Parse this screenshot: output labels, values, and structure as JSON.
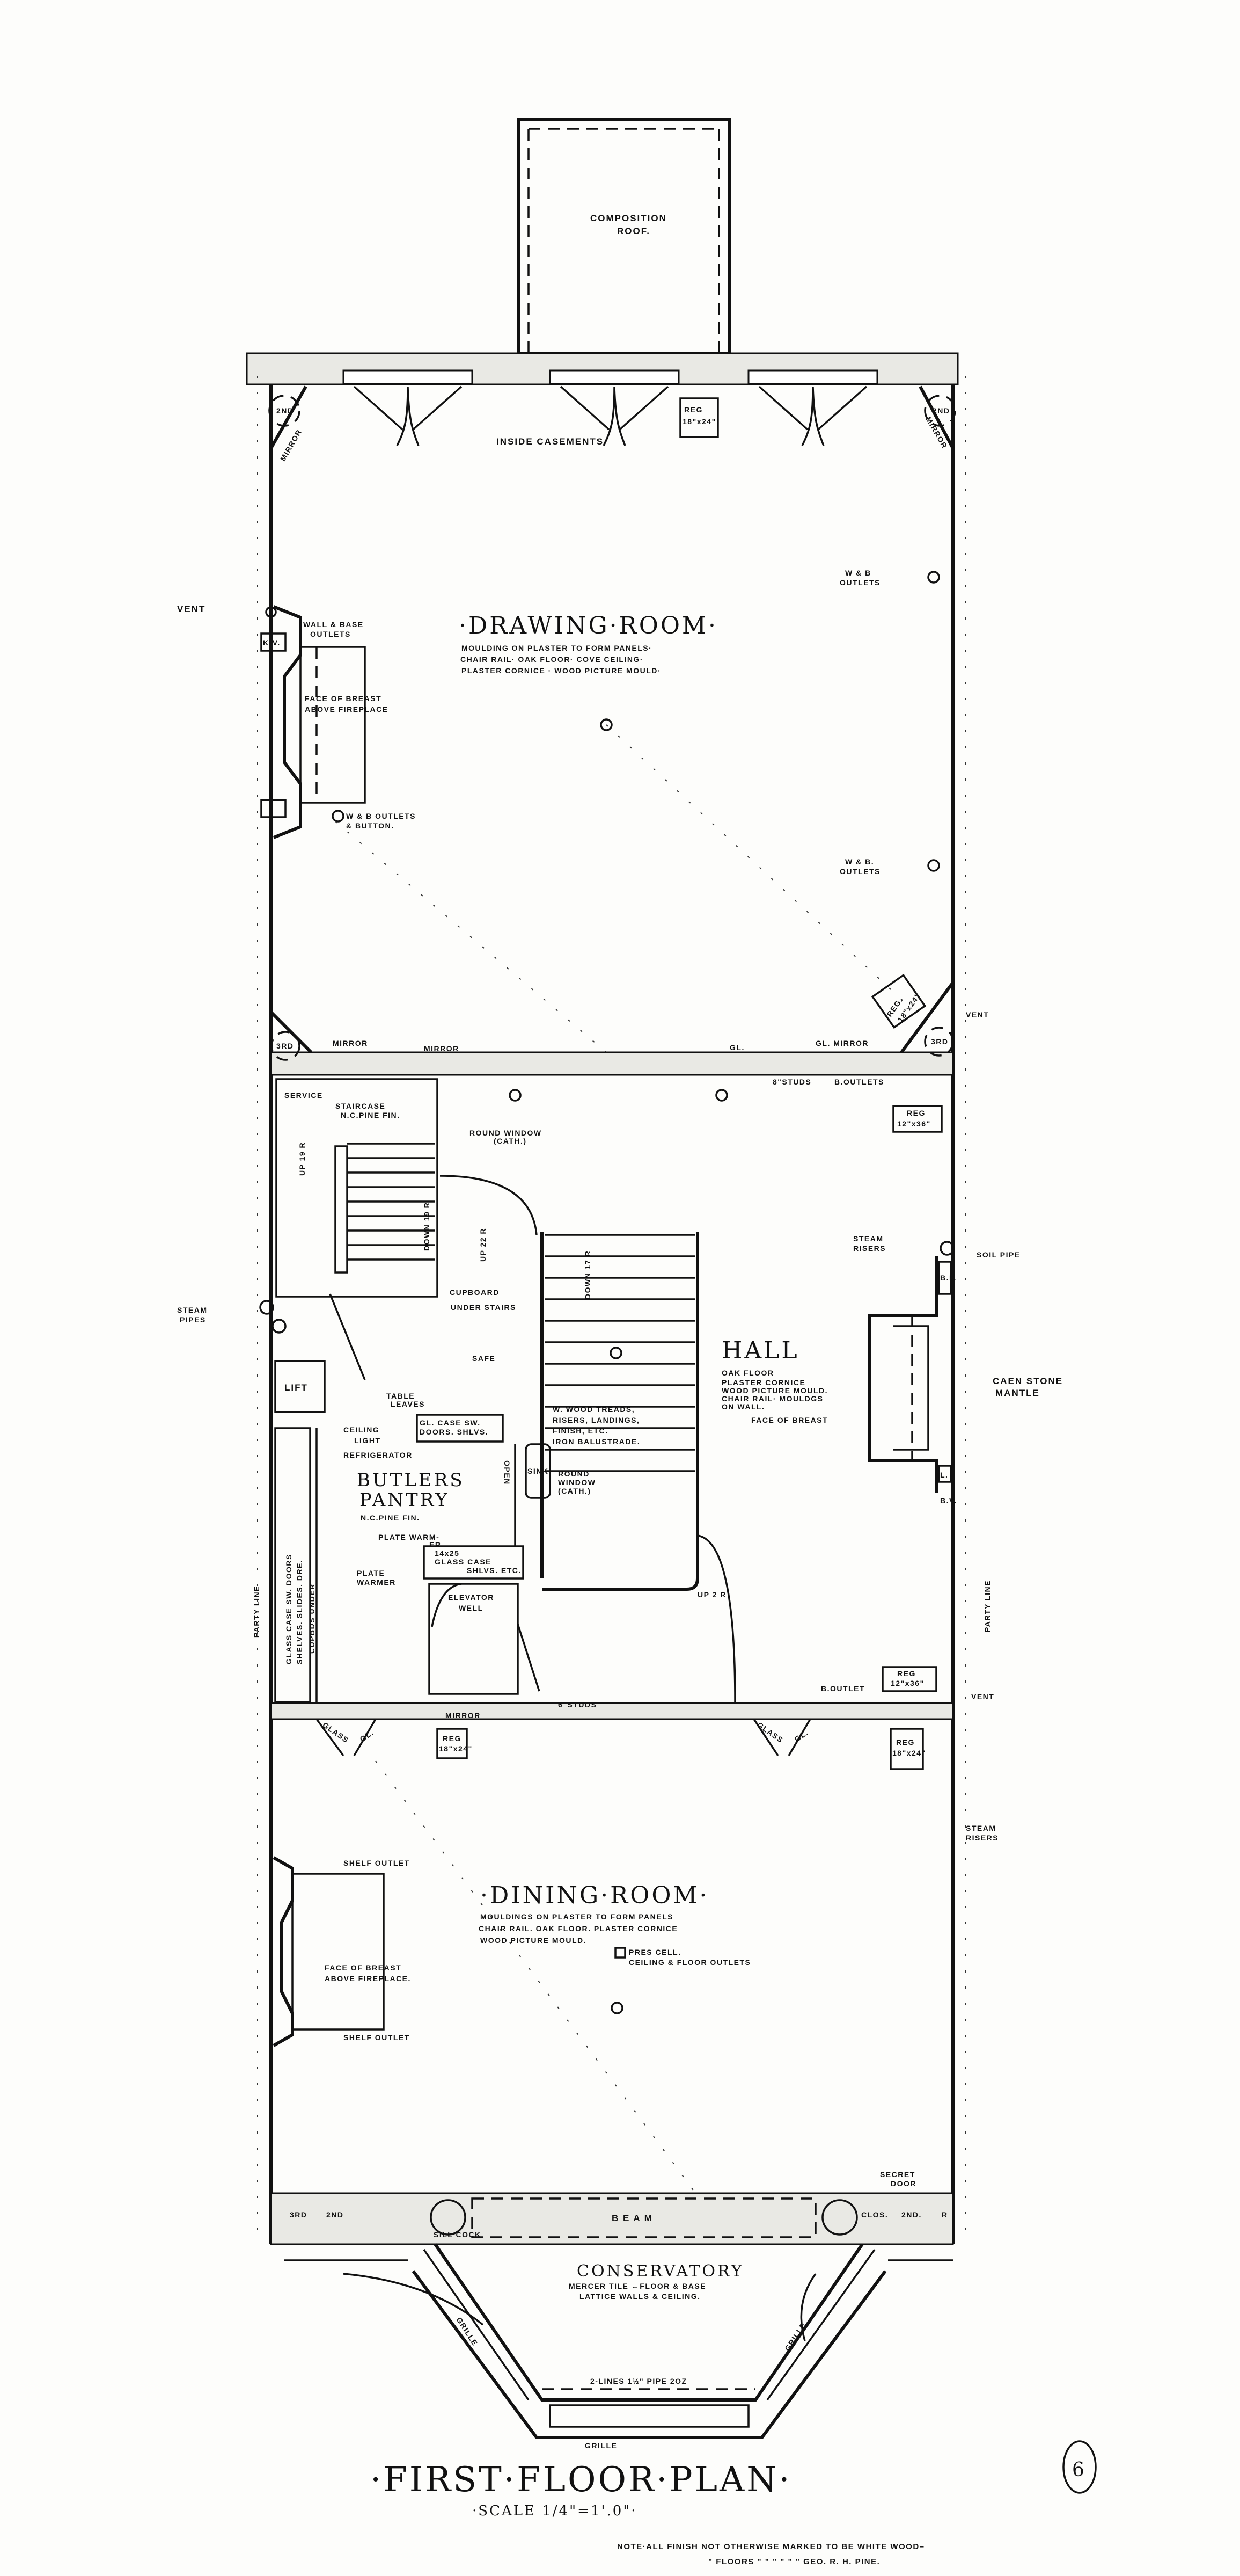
{
  "roof": {
    "line1": "COMPOSITION",
    "line2": "ROOF."
  },
  "drawing_room": {
    "title": "·DRAWING·ROOM·",
    "notes": [
      "MOULDING ON PLASTER TO FORM PANELS·",
      "CHAIR RAIL· OAK FLOOR· COVE CEILING·",
      "PLASTER CORNICE · WOOD PICTURE MOULD·"
    ],
    "inside_casements": "INSIDE CASEMENTS",
    "reg_top": [
      "REG",
      "18\"x24\""
    ],
    "second_left": "2ND",
    "second_right": "2ND",
    "mirror": "MIRROR",
    "vent": "VENT",
    "wall_base_outlets": [
      "WALL & BASE",
      "OUTLETS"
    ],
    "kv": "K·V.",
    "face_of_breast": [
      "FACE OF BREAST",
      "ABOVE FIREPLACE"
    ],
    "wb_button": [
      "W & B OUTLETS",
      "& BUTTON."
    ],
    "wb_outlets": [
      "W & B",
      "OUTLETS"
    ],
    "wb_outlets_2": [
      "W & B.",
      "OUTLETS"
    ],
    "gl": "GL.",
    "gl_mirror": "GL. MIRROR",
    "reg_corner": [
      "REG.",
      "18\"x24\""
    ],
    "third_left": "3RD",
    "third_right": "3RD",
    "vent_right": "VENT"
  },
  "hall": {
    "title": "HALL",
    "notes": [
      "OAK FLOOR",
      "PLASTER CORNICE",
      "WOOD PICTURE MOULD.",
      "CHAIR RAIL· MOULDGS",
      "ON WALL."
    ],
    "studs_8": "8\"STUDS",
    "b_outlets": "B.OUTLETS",
    "reg_12x36": [
      "REG",
      "12\"x36\""
    ],
    "steam_risers": [
      "STEAM",
      "RISERS"
    ],
    "soil_pipe": "SOIL PIPE",
    "bf": "B.F.",
    "face_of_breast": "FACE OF BREAST",
    "caen_stone": [
      "CAEN STONE",
      "MANTLE"
    ],
    "l": "L.",
    "bv": "B.V.",
    "round_window": [
      "ROUND WINDOW",
      "(CATH.)"
    ],
    "up22": "UP 22 R",
    "down17": "DOWN 17 R",
    "treads": [
      "W. WOOD TREADS,",
      "RISERS, LANDINGS,",
      "FINISH, ETC.",
      "IRON BALUSTRADE."
    ],
    "round_window_2": [
      "ROUND",
      "WINDOW",
      "(CATH.)"
    ],
    "up2": "UP 2 R",
    "party_line": "PARTY LINE"
  },
  "service": {
    "title": [
      "SERVICE",
      "STAIRCASE",
      "N.C.PINE FIN."
    ],
    "up19": "UP 19 R",
    "down19": "DOWN 19 R",
    "steam_pipes": [
      "STEAM",
      "PIPES"
    ],
    "cupboard": [
      "CUPBOARD",
      "UNDER STAIRS"
    ],
    "safe": "SAFE",
    "lift": "LIFT",
    "table_leaves": [
      "TABLE",
      "LEAVES"
    ],
    "gl_case": [
      "GL. CASE SW.",
      "DOORS. SHLVS."
    ],
    "ceiling_light": [
      "CEILING",
      "LIGHT"
    ],
    "refrigerator": "REFRIGERATOR"
  },
  "pantry": {
    "title": [
      "BUTLERS",
      "PANTRY"
    ],
    "finish": "N.C.PINE FIN.",
    "open": "OPEN",
    "sink": "SINK",
    "plate_warmer_1": [
      "PLATE WARM-",
      "ER."
    ],
    "plate_warmer_2": [
      "PLATE",
      "WARMER"
    ],
    "glass_case": [
      "14x25",
      "GLASS CASE",
      "SHLVS. ETC."
    ],
    "glass_case_side": [
      "GLASS CASE SW. DOORS",
      "SHELVES. SLIDES. DRE."
    ],
    "cupboards_under": "CUPBDS UNDER",
    "elevator": [
      "ELEVATOR",
      "WELL"
    ],
    "party_line": "PARTY LINE"
  },
  "partition": {
    "studs_6": "6\"STUDS",
    "b_outlet": "B.OUTLET",
    "reg_12x36": [
      "REG",
      "12\"x36\""
    ],
    "vent": "VENT",
    "mirror": "MIRROR",
    "glass": "GLASS",
    "gl": "GL."
  },
  "dining_room": {
    "title": "·DINING·ROOM·",
    "notes": [
      "MOULDINGS ON PLASTER TO FORM PANELS",
      "CHAIR RAIL. OAK FLOOR. PLASTER CORNICE",
      "WOOD PICTURE MOULD."
    ],
    "pres_cell": [
      "PRES CELL.",
      "CEILING & FLOOR OUTLETS"
    ],
    "reg_left": [
      "REG",
      "18\"x24\""
    ],
    "reg_right": [
      "REG",
      "18\"x24\""
    ],
    "shelf_outlet": "SHELF OUTLET",
    "face_of_breast": [
      "FACE OF BREAST",
      "ABOVE FIREPLACE."
    ],
    "steam_risers": [
      "STEAM",
      "RISERS"
    ],
    "secret_door": [
      "SECRET",
      "DOOR"
    ],
    "third": "3RD",
    "second": "2ND",
    "beam": "B E A M",
    "clos": "CLOS.",
    "second_right": "2ND.",
    "r": "R"
  },
  "conservatory": {
    "title": "CONSERVATORY",
    "notes": [
      "MERCER TILE ←FLOOR & BASE",
      "LATTICE WALLS & CEILING."
    ],
    "sill_cock": "SILL COCK",
    "grille": "GRILLE",
    "pipe": "2-LINES 1½\" PIPE 2OZ"
  },
  "title_block": {
    "title": "·FIRST·FLOOR·PLAN·",
    "scale": "·SCALE 1/4\"=1'.0\"·",
    "sheet_number": "6",
    "note_1": "NOTE·ALL FINISH NOT OTHERWISE MARKED TO BE WHITE WOOD–",
    "note_2": "\" FLOORS \"  \"  \"  \"  \" \" GEO. R. H. PINE."
  }
}
